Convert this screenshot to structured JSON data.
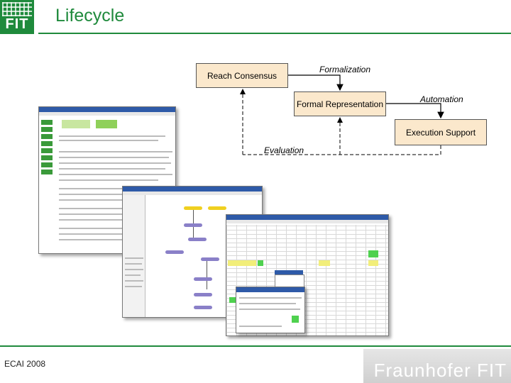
{
  "header": {
    "logo_text": "FIT",
    "title": "Lifecycle"
  },
  "diagram": {
    "boxes": {
      "reach_consensus": "Reach Consensus",
      "formal_representation": "Formal Representation",
      "execution_support": "Execution Support"
    },
    "labels": {
      "formalization": "Formalization",
      "automation": "Automation",
      "evaluation": "Evaluation"
    },
    "box_fill": "#fbe8cc"
  },
  "footer": {
    "conference": "ECAI 2008",
    "brand": "Fraunhofer FIT"
  },
  "colors": {
    "brand_green": "#1f8a3c"
  }
}
